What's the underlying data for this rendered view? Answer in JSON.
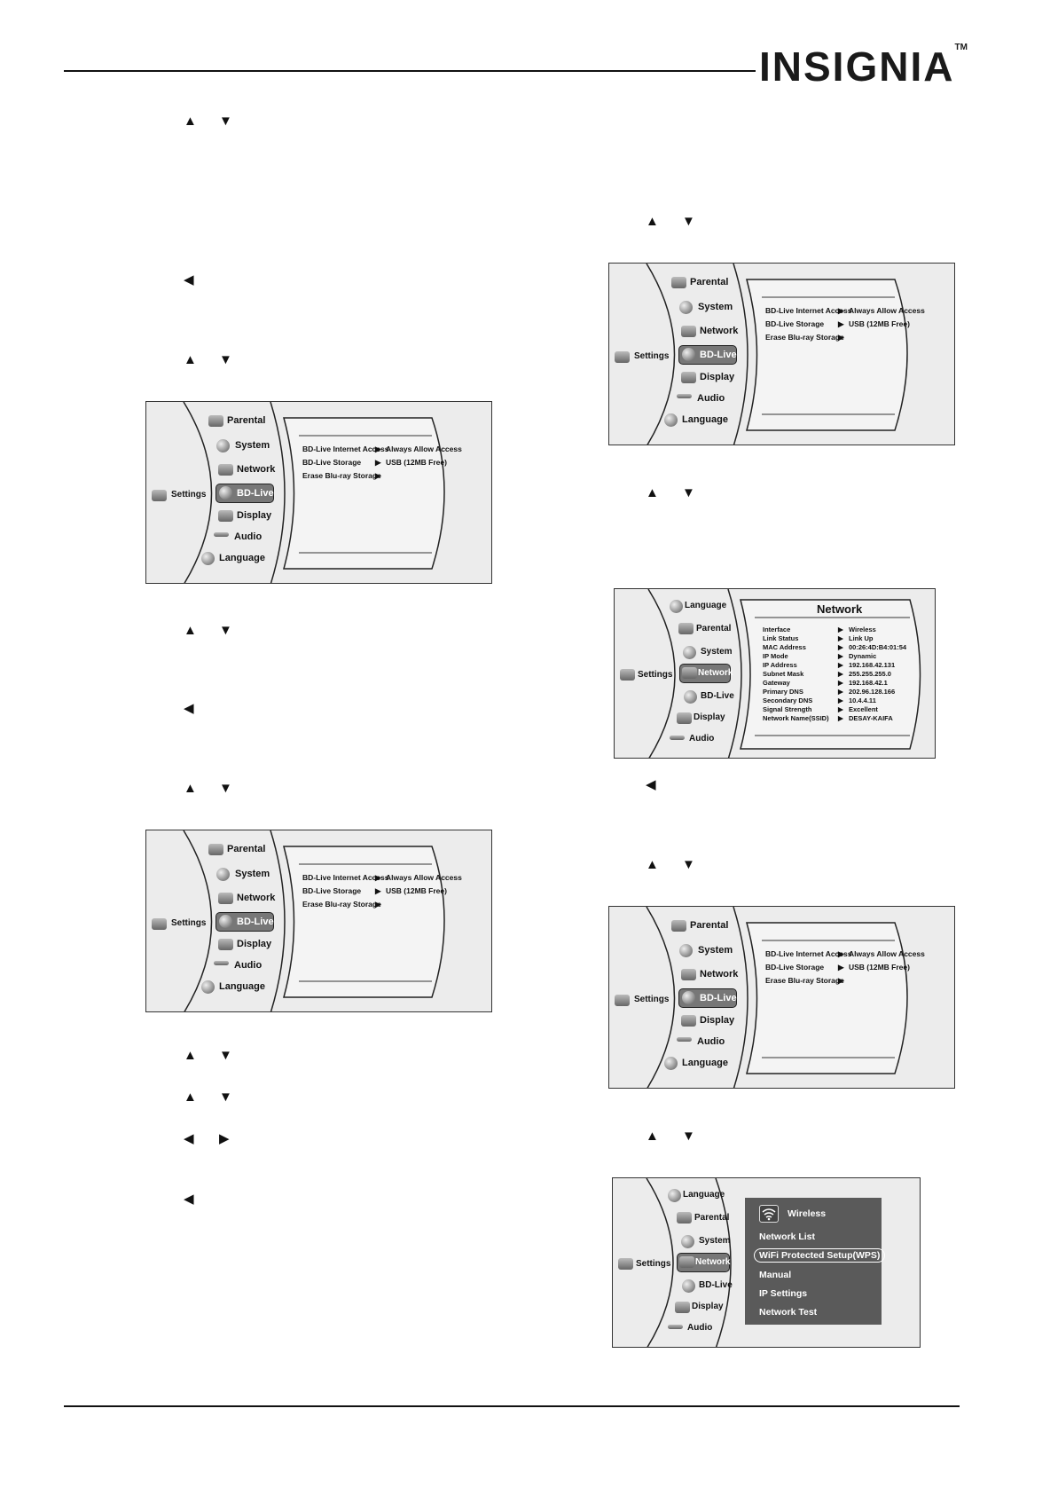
{
  "brand": {
    "name": "INSIGNIA",
    "tm": "TM"
  },
  "arrows": {
    "up": "▲",
    "down": "▼",
    "left": "◀",
    "right": "▶"
  },
  "menu": {
    "settings": "Settings",
    "parental": "Parental",
    "system": "System",
    "network": "Network",
    "bdlive": "BD-Live",
    "display": "Display",
    "audio": "Audio",
    "language": "Language"
  },
  "bdlive_rows": [
    {
      "label": "BD-Live Internet Access",
      "value": "Always Allow Access"
    },
    {
      "label": "BD-Live Storage",
      "value": "USB (12MB Free)"
    },
    {
      "label": "Erase Blu-ray Storage",
      "value": ""
    }
  ],
  "network_panel": {
    "title": "Network",
    "rows": [
      {
        "label": "Interface",
        "value": "Wireless"
      },
      {
        "label": "Link Status",
        "value": "Link Up"
      },
      {
        "label": "MAC Address",
        "value": "00:26:4D:B4:01:54"
      },
      {
        "label": "IP Mode",
        "value": "Dynamic"
      },
      {
        "label": "IP Address",
        "value": "192.168.42.131"
      },
      {
        "label": "Subnet Mask",
        "value": "255.255.255.0"
      },
      {
        "label": "Gateway",
        "value": "192.168.42.1"
      },
      {
        "label": "Primary DNS",
        "value": "202.96.128.166"
      },
      {
        "label": "Secondary DNS",
        "value": "10.4.4.11"
      },
      {
        "label": "Signal Strength",
        "value": "Excellent"
      },
      {
        "label": "Network Name(SSID)",
        "value": "DESAY-KAIFA"
      }
    ]
  },
  "wireless_panel": {
    "title": "Wireless",
    "items": [
      "Network List",
      "WiFi Protected Setup(WPS)",
      "Manual",
      "IP Settings",
      "Network Test"
    ]
  }
}
